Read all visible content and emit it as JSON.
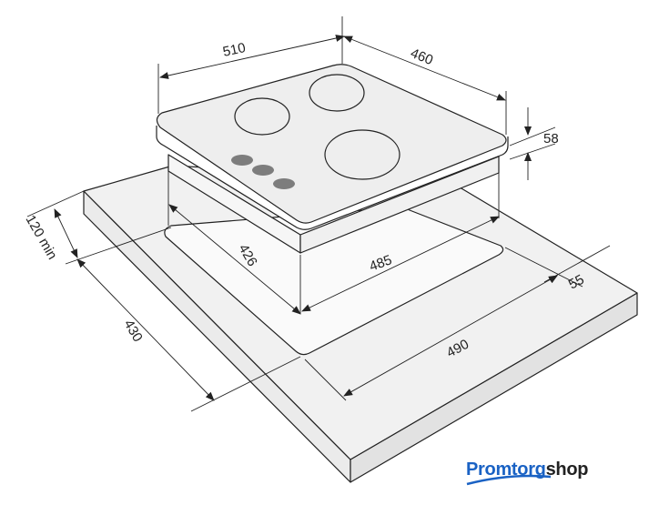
{
  "dimensions": {
    "hob_width": "510",
    "hob_depth": "460",
    "hob_height": "58",
    "cutout_depth": "426",
    "cutout_width": "485",
    "min_back_clearance": "120 min",
    "countertop_depth": "430",
    "countertop_width": "490",
    "front_clearance": "55"
  },
  "logo": {
    "part1": "Promtorg",
    "part2": "shop"
  },
  "colors": {
    "surface": "#f0f0f0",
    "line": "#222222",
    "knob": "#7d7d7d",
    "brand": "#1a62c4"
  }
}
